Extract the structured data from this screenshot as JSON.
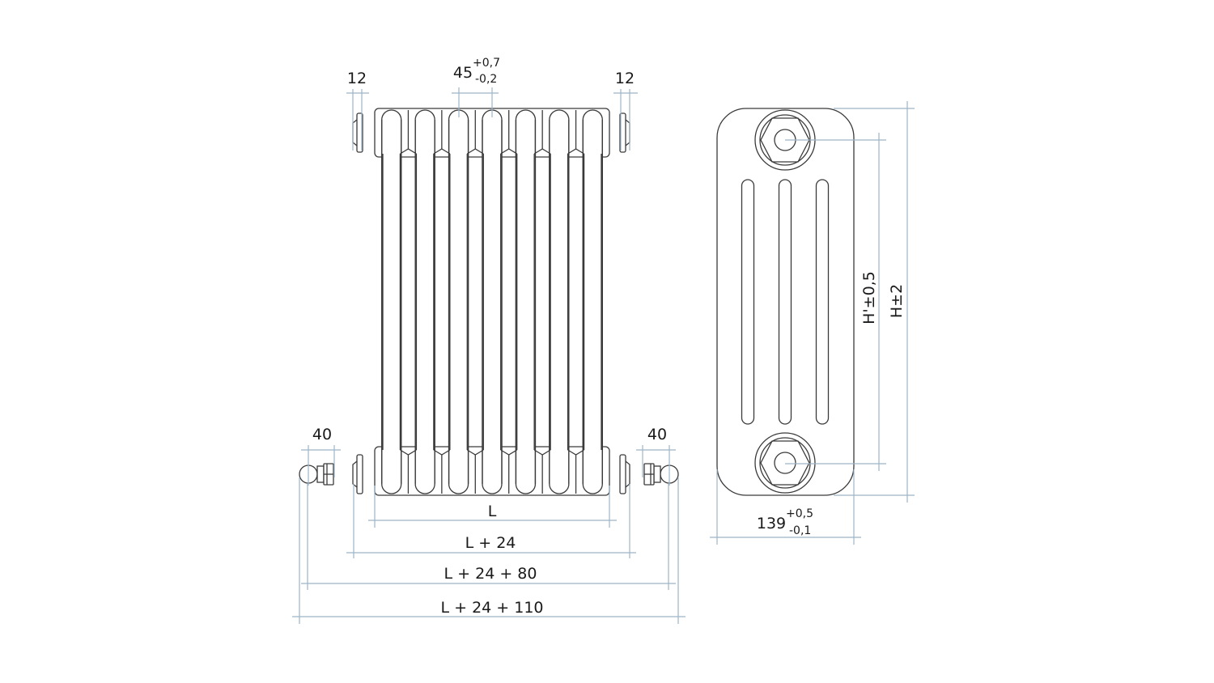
{
  "diagram": {
    "title": "Radiator dimensional drawing",
    "front_view": {
      "section_count": 7,
      "labels": {
        "end_cap_left": "12",
        "end_cap_right": "12",
        "pitch_value": "45",
        "pitch_tol_plus": "+0,7",
        "pitch_tol_minus": "-0,2",
        "valve_left": "40",
        "valve_right": "40",
        "length": "L",
        "length_caps": "L + 24",
        "length_valves": "L + 24 + 80",
        "length_total": "L + 24 + 110"
      }
    },
    "side_view": {
      "column_count": 3,
      "labels": {
        "depth_value": "139",
        "depth_tol_plus": "+0,5",
        "depth_tol_minus": "-0,1",
        "connection_height": "H'±0,5",
        "height": "H±2"
      }
    },
    "colors": {
      "outline": "#3a3a3a",
      "dimension_line": "#9db5c8",
      "text": "#1a1a1a"
    }
  }
}
